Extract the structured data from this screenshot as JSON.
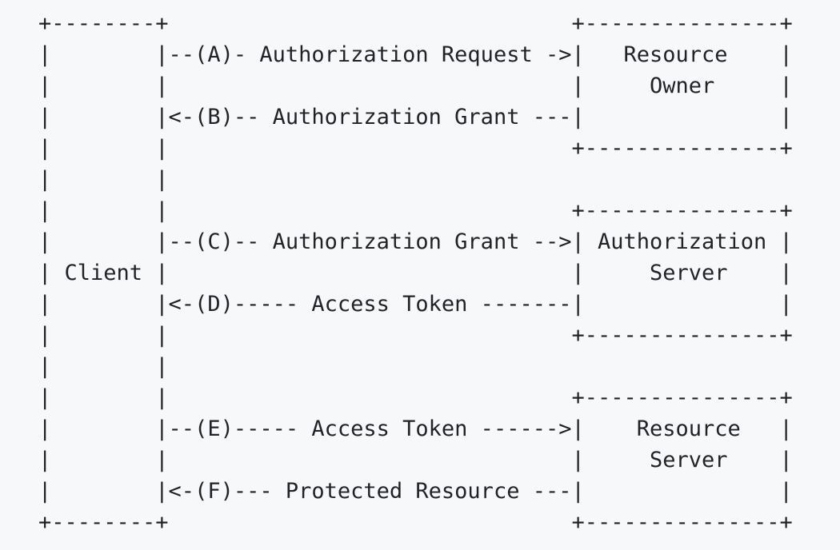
{
  "page": {
    "background_color": "#f6f8fa",
    "text_color": "#1f2328"
  },
  "diagram": {
    "ascii": "+--------+                               +---------------+\n|        |--(A)- Authorization Request ->|   Resource    |\n|        |                               |     Owner     |\n|        |<-(B)-- Authorization Grant ---|               |\n|        |                               +---------------+\n|        |\n|        |                               +---------------+\n|        |--(C)-- Authorization Grant -->| Authorization |\n| Client |                               |     Server    |\n|        |<-(D)----- Access Token -------|               |\n|        |                               +---------------+\n|        |\n|        |                               +---------------+\n|        |--(E)----- Access Token ------>|    Resource   |\n|        |                               |     Server    |\n|        |<-(F)--- Protected Resource ---|               |\n+--------+                               +---------------+",
    "entities": [
      {
        "name": "Client"
      },
      {
        "name": "Resource Owner"
      },
      {
        "name": "Authorization Server"
      },
      {
        "name": "Resource Server"
      }
    ],
    "flows": [
      {
        "step": "(A)",
        "label": "Authorization Request",
        "from": "Client",
        "to": "Resource Owner",
        "direction": "right"
      },
      {
        "step": "(B)",
        "label": "Authorization Grant",
        "from": "Resource Owner",
        "to": "Client",
        "direction": "left"
      },
      {
        "step": "(C)",
        "label": "Authorization Grant",
        "from": "Client",
        "to": "Authorization Server",
        "direction": "right"
      },
      {
        "step": "(D)",
        "label": "Access Token",
        "from": "Authorization Server",
        "to": "Client",
        "direction": "left"
      },
      {
        "step": "(E)",
        "label": "Access Token",
        "from": "Client",
        "to": "Resource Server",
        "direction": "right"
      },
      {
        "step": "(F)",
        "label": "Protected Resource",
        "from": "Resource Server",
        "to": "Client",
        "direction": "left"
      }
    ]
  }
}
